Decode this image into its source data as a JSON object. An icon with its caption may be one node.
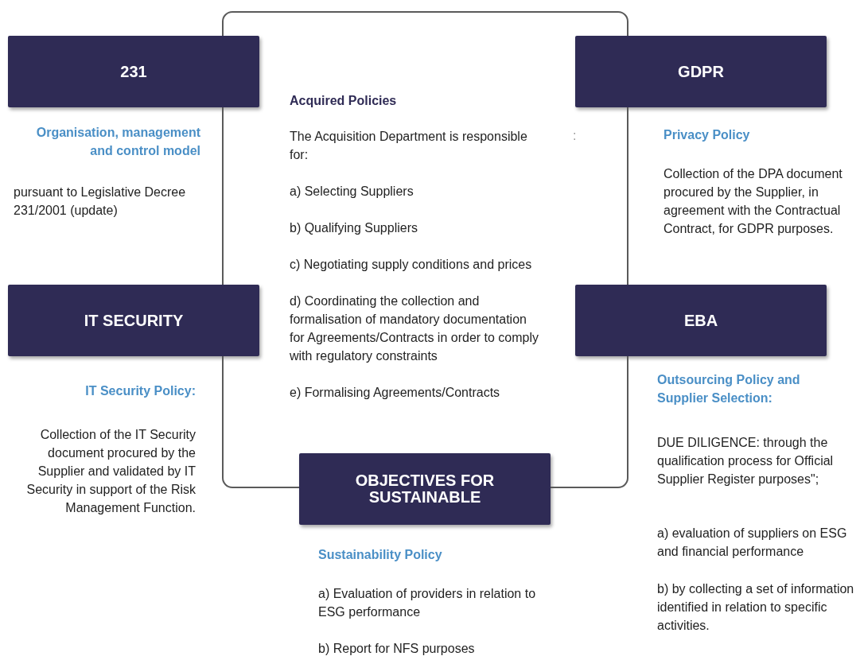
{
  "diagram": {
    "nodes": [
      {
        "text": [],
        "shape": "box"
      },
      {
        "text": [
          "Acquired Policies",
          "The Acquisition Department is responsible for:",
          "a) Selecting Suppliers",
          "b) Qualifying Suppliers",
          "c) Negotiating supply conditions and prices",
          "d) Coordinating the collection and formalisation of mandatory documentation for Agreements/Contracts in order to comply with regulatory constraints",
          "e) Formalising Agreements/Contracts"
        ],
        "in": 0
      },
      {
        "text": [
          "231"
        ],
        "beside": [
          "Organisation, management and control model",
          "pursuant to Legislative Decree 231/2001 (update)"
        ]
      },
      {
        "text": [
          "GDPR"
        ],
        "beside": [
          "Privacy Policy",
          "Collection of the DPA document procured by the Supplier, in agreement with the Contractual Contract, for GDPR purposes."
        ]
      },
      {
        "text": [
          "IT SECURITY"
        ],
        "beside": [
          "IT Security Policy:",
          "Collection of the IT Security document procured by the Supplier and validated by IT Security in support of the Risk Management Function."
        ]
      },
      {
        "text": [
          "EBA"
        ],
        "beside": [
          "Outsourcing Policy and Supplier Selection:",
          "DUE DILIGENCE: through the qualification process for Official Supplier Register purposes\";",
          "a) evaluation of suppliers on ESG and financial performance",
          "b) by collecting a set of information identified in relation to specific activities."
        ]
      },
      {
        "text": [
          "OBJECTIVES FOR SUSTAINABLE"
        ],
        "beside": [
          "Sustainability Policy",
          "a) Evaluation of providers in relation to ESG performance",
          "b) Report for NFS purposes"
        ]
      }
    ],
    "labels": [
      ":"
    ]
  }
}
